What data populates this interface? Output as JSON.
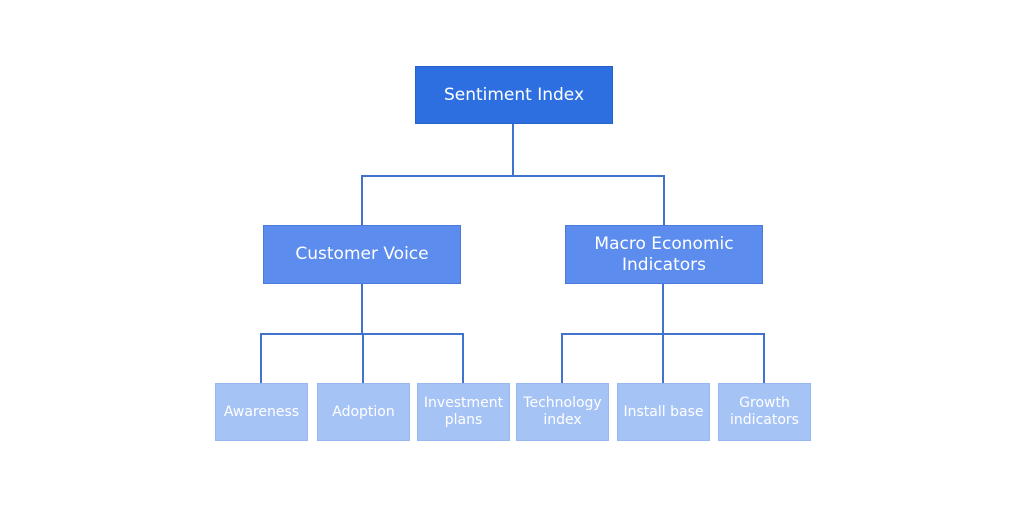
{
  "tree": {
    "root": "Sentiment Index",
    "children": [
      {
        "label": "Customer Voice",
        "children": [
          "Awareness",
          "Adoption",
          "Investment plans"
        ]
      },
      {
        "label": "Macro Economic Indicators",
        "children": [
          "Technology index",
          "Install base",
          "Growth indicators"
        ]
      }
    ]
  },
  "colors": {
    "background": "#ffffff",
    "root_fill": "#2d6fe1",
    "root_border": "#2563c8",
    "level2_fill": "#5c8cee",
    "level2_border": "#4a7bd8",
    "level3_fill": "#a6c3f6",
    "level3_border": "#98b7ef",
    "connector": "#4173cd",
    "text": "#ffffff"
  }
}
